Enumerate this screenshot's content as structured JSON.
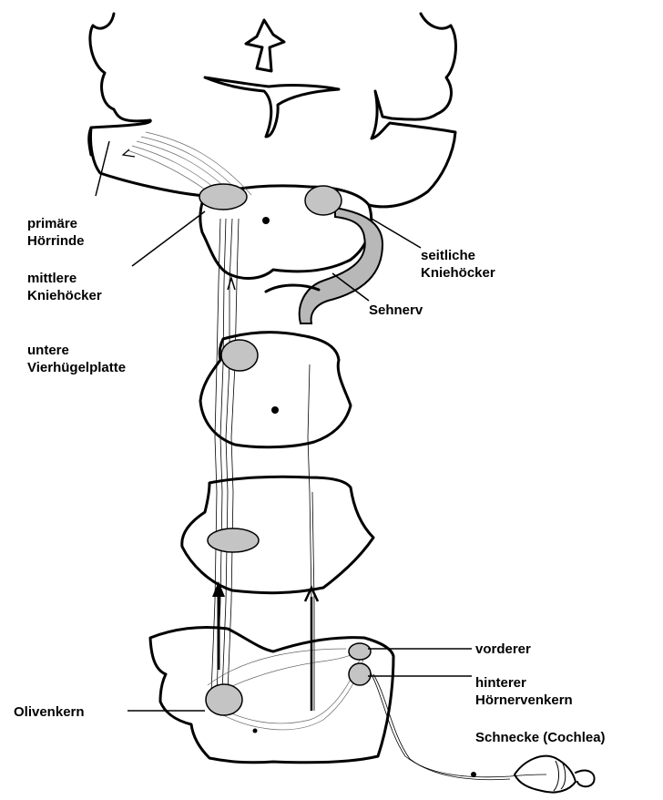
{
  "diagram": {
    "colors": {
      "ink": "#000000",
      "nucleus_fill": "#c4c4c4",
      "optic_fill": "#b8b8b8",
      "background": "#ffffff"
    },
    "labels": {
      "primary_auditory_cortex_line1": "primäre",
      "primary_auditory_cortex_line2": "Hörrinde",
      "medial_geniculate_line1": "mittlere",
      "medial_geniculate_line2": "Kniehöcker",
      "lateral_geniculate_line1": "seitliche",
      "lateral_geniculate_line2": "Kniehöcker",
      "optic_nerve": "Sehnerv",
      "inferior_colliculus_line1": "untere",
      "inferior_colliculus_line2": "Vierhügelplatte",
      "ventral_cochlear": "vorderer",
      "dorsal_cochlear_line1": "hinterer",
      "dorsal_cochlear_line2": "Hörnervenkern",
      "olivary_nucleus": "Olivenkern",
      "cochlea": "Schnecke (Cochlea)"
    }
  }
}
